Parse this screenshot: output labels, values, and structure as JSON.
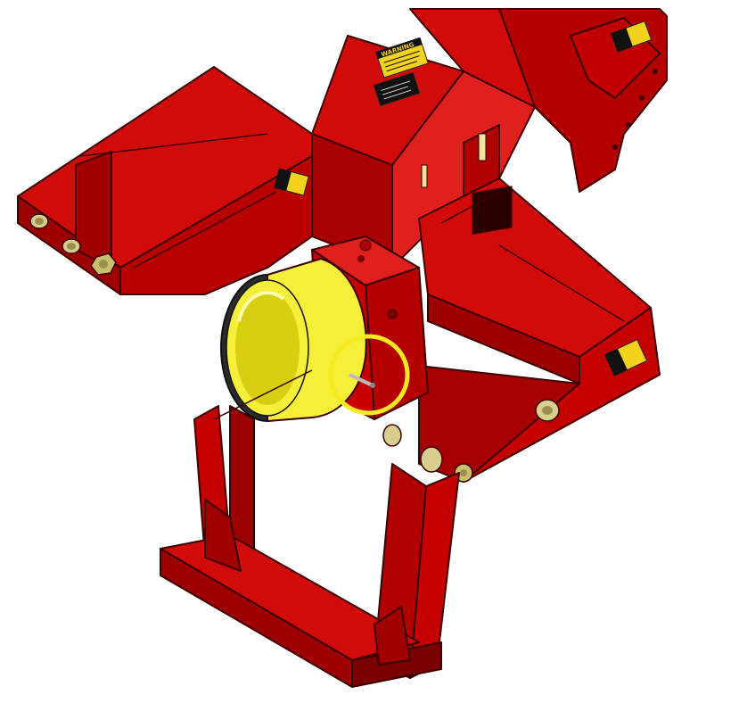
{
  "illustration": {
    "subject": "hydraulic-boom-frame",
    "colors": {
      "frame": "#d10a0a",
      "frame_shadow": "#a80000",
      "frame_dark": "#7a0000",
      "highlight": "#e84a4a",
      "outline": "#3a0000",
      "ring_outer": "#2b2b2b",
      "ring_inner": "#f5ef3a",
      "ring_inner_shadow": "#d9cf12",
      "pin": "#d9cf8c",
      "pin_shadow": "#9a8f4c",
      "callout": "#f7ea1e",
      "decal_yellow": "#f3d21c",
      "decal_black": "#111111"
    },
    "decals": {
      "warning_top": "WARNING",
      "warning_icon": "yellow-black-warning-decal",
      "info_plate_icon": "black-info-plate-decal"
    },
    "callout": {
      "shape": "circle",
      "target": "grease-fitting"
    }
  }
}
